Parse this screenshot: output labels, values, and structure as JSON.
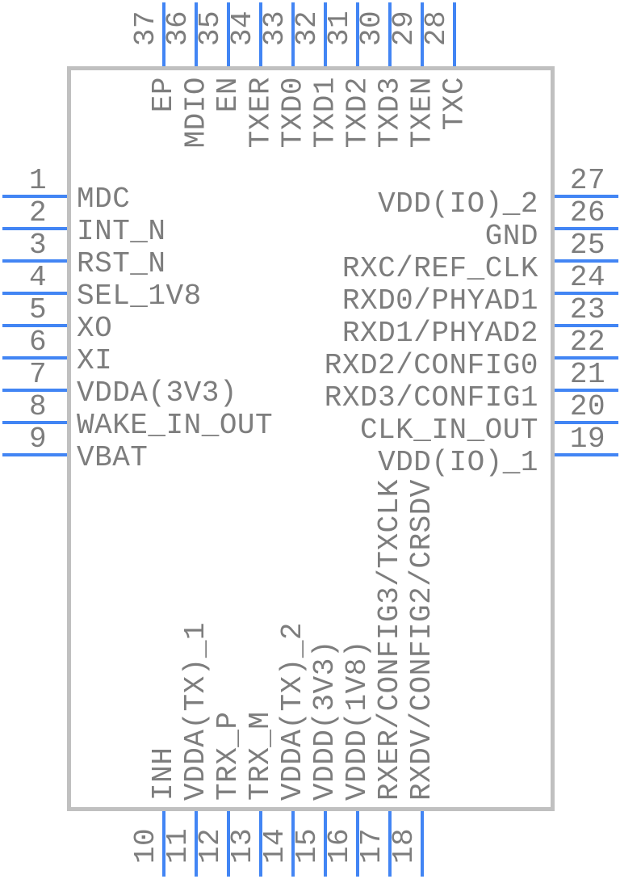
{
  "diagram": {
    "type": "ic-pinout",
    "colors": {
      "pin_line": "#4285f4",
      "body_border": "#c0c0c0",
      "text": "#7d7d7d",
      "background": "#ffffff"
    },
    "pins": {
      "top": [
        {
          "number": "37",
          "label": "EP"
        },
        {
          "number": "36",
          "label": "MDIO"
        },
        {
          "number": "35",
          "label": "EN"
        },
        {
          "number": "34",
          "label": "TXER"
        },
        {
          "number": "33",
          "label": "TXD0"
        },
        {
          "number": "32",
          "label": "TXD1"
        },
        {
          "number": "31",
          "label": "TXD2"
        },
        {
          "number": "30",
          "label": "TXD3"
        },
        {
          "number": "29",
          "label": "TXEN"
        },
        {
          "number": "28",
          "label": "TXC"
        }
      ],
      "left": [
        {
          "number": "1",
          "label": "MDC"
        },
        {
          "number": "2",
          "label": "INT_N"
        },
        {
          "number": "3",
          "label": "RST_N"
        },
        {
          "number": "4",
          "label": "SEL_1V8"
        },
        {
          "number": "5",
          "label": "XO"
        },
        {
          "number": "6",
          "label": "XI"
        },
        {
          "number": "7",
          "label": "VDDA(3V3)"
        },
        {
          "number": "8",
          "label": "WAKE_IN_OUT"
        },
        {
          "number": "9",
          "label": "VBAT"
        }
      ],
      "right": [
        {
          "number": "27",
          "label": "VDD(IO)_2"
        },
        {
          "number": "26",
          "label": "GND"
        },
        {
          "number": "25",
          "label": "RXC/REF_CLK"
        },
        {
          "number": "24",
          "label": "RXD0/PHYAD1"
        },
        {
          "number": "23",
          "label": "RXD1/PHYAD2"
        },
        {
          "number": "22",
          "label": "RXD2/CONFIG0"
        },
        {
          "number": "21",
          "label": "RXD3/CONFIG1"
        },
        {
          "number": "20",
          "label": "CLK_IN_OUT"
        },
        {
          "number": "19",
          "label": "VDD(IO)_1"
        }
      ],
      "bottom": [
        {
          "number": "10",
          "label": "INH"
        },
        {
          "number": "11",
          "label": "VDDA(TX)_1"
        },
        {
          "number": "12",
          "label": "TRX_P"
        },
        {
          "number": "13",
          "label": "TRX_M"
        },
        {
          "number": "14",
          "label": "VDDA(TX)_2"
        },
        {
          "number": "15",
          "label": "VDDD(3V3)"
        },
        {
          "number": "16",
          "label": "VDDD(1V8)"
        },
        {
          "number": "17",
          "label": "RXER/CONFIG3/TXCLK"
        },
        {
          "number": "18",
          "label": "RXDV/CONFIG2/CRSDV"
        }
      ]
    }
  }
}
